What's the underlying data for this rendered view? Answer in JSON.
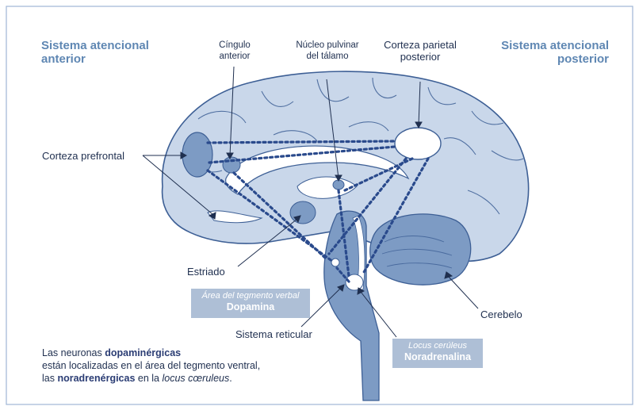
{
  "titles": {
    "anterior_line1": "Sistema atencional",
    "anterior_line2": "anterior",
    "posterior_line1": "Sistema atencional",
    "posterior_line2": "posterior"
  },
  "labels": {
    "cingulo_line1": "Cíngulo",
    "cingulo_line2": "anterior",
    "pulvinar_line1": "Núcleo pulvinar",
    "pulvinar_line2": "del tálamo",
    "parietal_line1": "Corteza parietal",
    "parietal_line2": "posterior",
    "prefrontal": "Corteza prefrontal",
    "estriado": "Estriado",
    "cerebelo": "Cerebelo",
    "reticular": "Sistema reticular"
  },
  "boxes": {
    "vta_line1": "Área del tegmento verbal",
    "vta_line2": "Dopamina",
    "lc_line1": "Locus cerúleus",
    "lc_line2": "Noradrenalina"
  },
  "note": {
    "l1_a": "Las neuronas ",
    "l1_b": "dopaminérgicas",
    "l2": "están localizadas en el área del tegmento ventral,",
    "l3_a": "las ",
    "l3_b": "noradrenérgicas",
    "l3_c": " en la ",
    "l3_d": "locus cœruleus",
    "l3_e": "."
  },
  "colors": {
    "brain_fill": "#c9d7ea",
    "brain_stroke": "#3d5f95",
    "dark_region": "#7d9bc4",
    "title_blue": "#5f87b3",
    "box_fill": "#aebfd6",
    "dots": "#2a4a8c"
  }
}
